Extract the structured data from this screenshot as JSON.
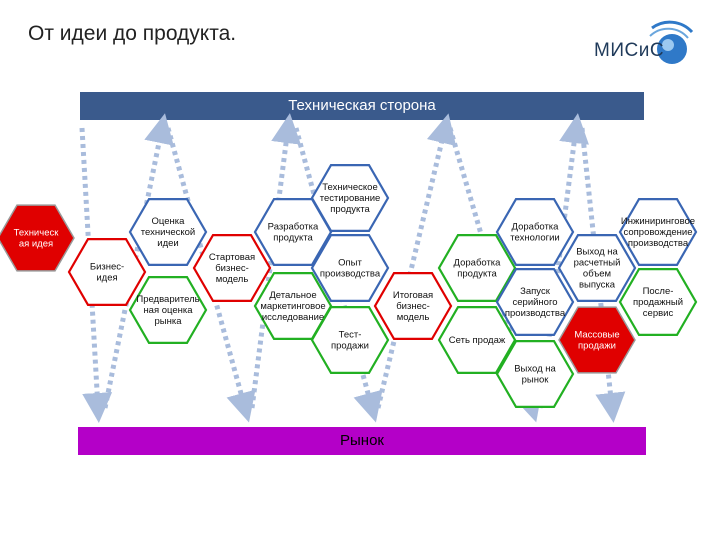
{
  "title": "От идеи до продукта.",
  "logo": {
    "text": "МИСиС"
  },
  "top_bar": {
    "label": "Техническая сторона"
  },
  "bottom_bar": {
    "label": "Рынок"
  },
  "colors": {
    "red": "#e00000",
    "green": "#22b022",
    "blue_border": "#3a66b3",
    "arrow": "#a9bcdc"
  },
  "hexagons": [
    {
      "id": "tech-idea",
      "lines": [
        "Техническ",
        "ая идея"
      ],
      "fill": "red"
    },
    {
      "id": "business-idea",
      "lines": [
        "Бизнес-",
        "идея"
      ],
      "fill": "white",
      "border": "red"
    },
    {
      "id": "tech-idea-eval",
      "lines": [
        "Оценка",
        "технической",
        "идеи"
      ],
      "fill": "white",
      "border": "blue"
    },
    {
      "id": "market-prelim",
      "lines": [
        "Предваритель",
        "ная оценка",
        "рынка"
      ],
      "fill": "white",
      "border": "green"
    },
    {
      "id": "startup-model",
      "lines": [
        "Стартовая",
        "бизнес-",
        "модель"
      ],
      "fill": "white",
      "border": "red"
    },
    {
      "id": "product-dev",
      "lines": [
        "Разработка",
        "продукта"
      ],
      "fill": "white",
      "border": "blue"
    },
    {
      "id": "market-research",
      "lines": [
        "Детальное",
        "маркетинговое",
        "исследование"
      ],
      "fill": "white",
      "border": "green"
    },
    {
      "id": "tech-testing",
      "lines": [
        "Техническое",
        "тестирование",
        "продукта"
      ],
      "fill": "white",
      "border": "blue"
    },
    {
      "id": "pilot-production",
      "lines": [
        "Опыт",
        "производства"
      ],
      "fill": "white",
      "border": "blue"
    },
    {
      "id": "test-sales",
      "lines": [
        "Тест-",
        "продажи"
      ],
      "fill": "white",
      "border": "green"
    },
    {
      "id": "final-model",
      "lines": [
        "Итоговая",
        "бизнес-",
        "модель"
      ],
      "fill": "white",
      "border": "red"
    },
    {
      "id": "product-refine",
      "lines": [
        "Доработка",
        "продукта"
      ],
      "fill": "white",
      "border": "green"
    },
    {
      "id": "tech-refine",
      "lines": [
        "Доработка",
        "технологии"
      ],
      "fill": "white",
      "border": "blue"
    },
    {
      "id": "sales-network",
      "lines": [
        "Сеть продаж"
      ],
      "fill": "white",
      "border": "green"
    },
    {
      "id": "serial-launch",
      "lines": [
        "Запуск",
        "серийного",
        "производства"
      ],
      "fill": "white",
      "border": "blue"
    },
    {
      "id": "market-entry",
      "lines": [
        "Выход на",
        "рынок"
      ],
      "fill": "white",
      "border": "green"
    },
    {
      "id": "target-volume",
      "lines": [
        "Выход на",
        "расчетный",
        "объем",
        "выпуска"
      ],
      "fill": "white",
      "border": "blue"
    },
    {
      "id": "mass-sales",
      "lines": [
        "Массовые",
        "продажи"
      ],
      "fill": "red"
    },
    {
      "id": "engineering-support",
      "lines": [
        "Инжиниринговое",
        "сопровождение",
        "производства"
      ],
      "fill": "white",
      "border": "blue"
    },
    {
      "id": "after-sales",
      "lines": [
        "После-",
        "продажный",
        "сервис"
      ],
      "fill": "white",
      "border": "green"
    }
  ]
}
